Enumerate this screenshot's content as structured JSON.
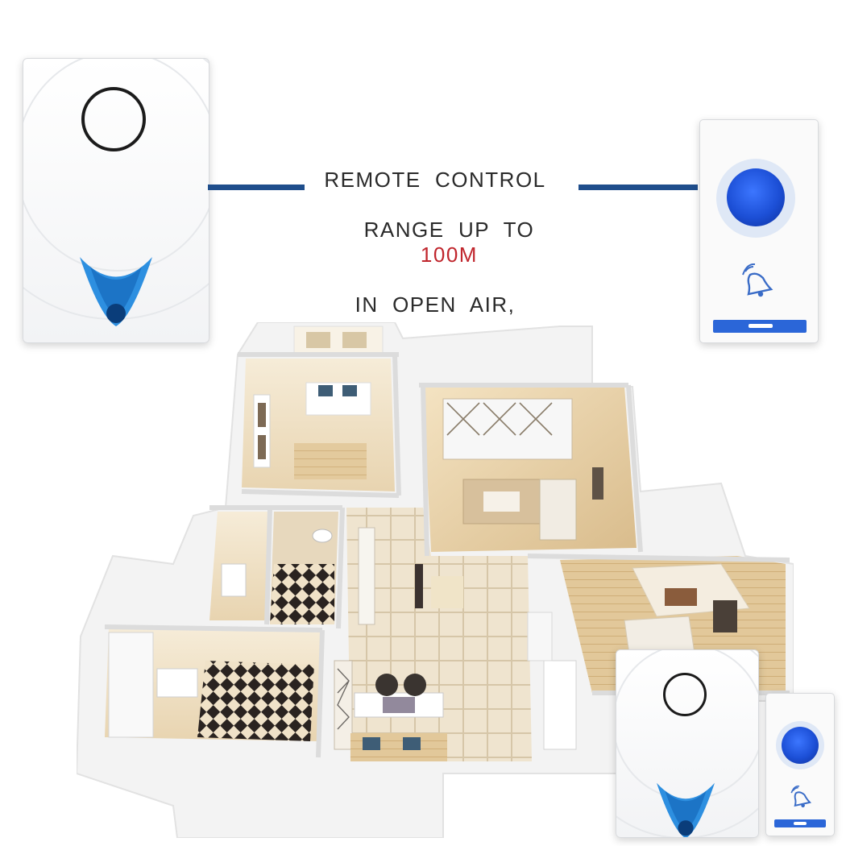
{
  "headline": {
    "line1": "REMOTE  CONTROL",
    "line2_prefix": "RANGE  UP  TO",
    "line2_highlight": "100M",
    "line3": "IN  OPEN  AIR,"
  },
  "colors": {
    "connector": "#1f4e8c",
    "highlight": "#c0262d",
    "button_blue": "#1c4fd6",
    "receiver_accent": "#1e88e5"
  },
  "icons": {
    "bell": "bell-with-signal-icon",
    "speaker": "speaker-ring-icon"
  }
}
